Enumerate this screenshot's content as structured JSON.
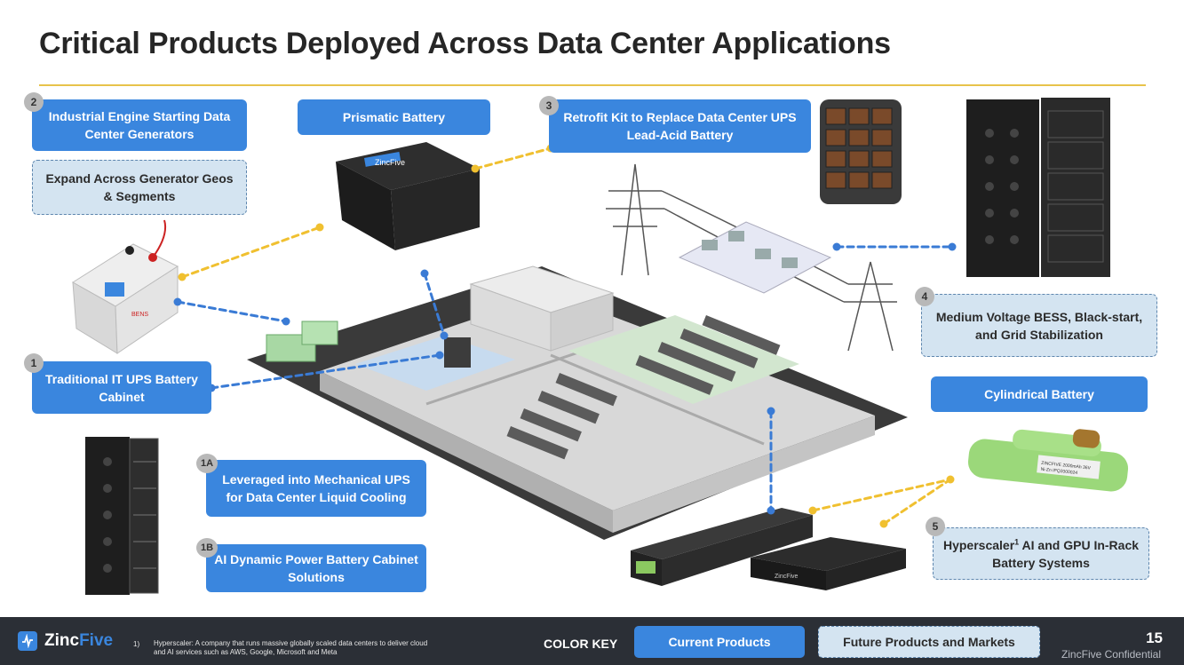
{
  "title": "Critical Products Deployed Across Data Center Applications",
  "callouts": {
    "c1": {
      "badge": "1",
      "text": "Traditional IT UPS Battery Cabinet"
    },
    "c1a": {
      "badge": "1A",
      "text": "Leveraged into Mechanical UPS for Data Center Liquid Cooling"
    },
    "c1b": {
      "badge": "1B",
      "text": "AI Dynamic Power Battery Cabinet Solutions"
    },
    "c2": {
      "badge": "2",
      "text": "Industrial Engine Starting Data Center Generators"
    },
    "c2f": {
      "text": "Expand Across Generator Geos & Segments"
    },
    "c3": {
      "badge": "3",
      "text": "Retrofit Kit to Replace Data Center UPS Lead-Acid Battery"
    },
    "c4": {
      "badge": "4",
      "text": "Medium Voltage BESS, Black-start, and Grid Stabilization"
    },
    "c5": {
      "badge": "5",
      "text_pre": "Hyperscaler",
      "sup": "1",
      "text_post": " AI and GPU In-Rack Battery Systems"
    },
    "prismatic": {
      "text": "Prismatic Battery"
    },
    "cylindrical": {
      "text": "Cylindrical Battery"
    }
  },
  "product_labels": {
    "prismatic_brand": "ZincFive",
    "inrack_brand": "ZincFive",
    "generator_brand": "BENS",
    "cell_label_1": "ZINCFIVE 2000mAh 36V",
    "cell_label_2": "Ni-Zn IPQ2000024"
  },
  "footer": {
    "logo_part1": "Zinc",
    "logo_part2": "Five",
    "footnote_num": "1)",
    "footnote": "Hyperscaler: A company that runs massive globally scaled data centers to deliver cloud and AI services such as AWS, Google, Microsoft and Meta",
    "color_key_label": "COLOR KEY",
    "key_current": "Current Products",
    "key_future": "Future Products and Markets",
    "page_number": "15",
    "confidential": "ZincFive Confidential"
  },
  "colors": {
    "current": "#3a86de",
    "future": "#d4e4f1",
    "accent_rule": "#e8c34a",
    "connector_blue": "#3a7bd5",
    "connector_gold": "#f0c030",
    "footer_bg": "#2b2f36"
  }
}
